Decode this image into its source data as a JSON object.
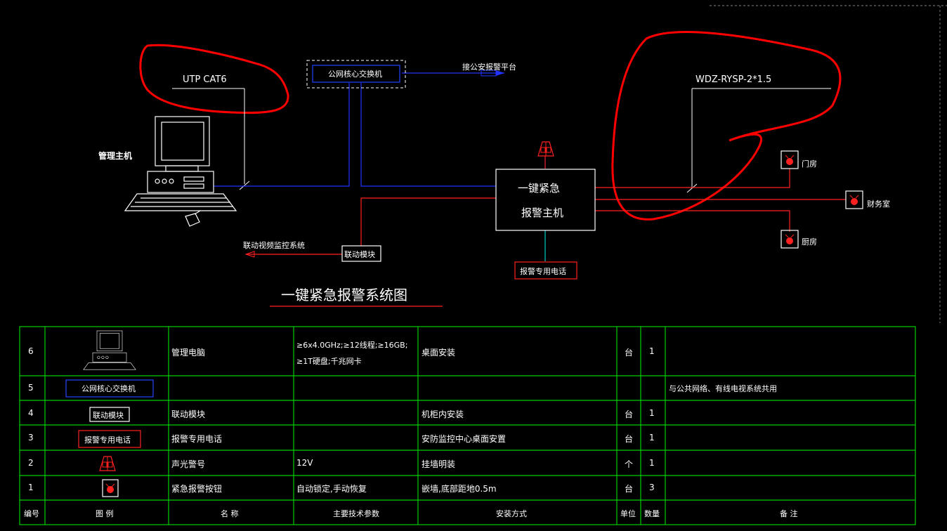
{
  "diagram": {
    "title": "一键紧急报警系统图",
    "labels": {
      "cable_cat6": "UTP CAT6",
      "cable_rysp": "WDZ-RYSP-2*1.5",
      "host_pc": "管理主机",
      "core_switch": "公网核心交换机",
      "police_platform": "接公安报警平台",
      "alarm_host_line1": "一键紧急",
      "alarm_host_line2": "报警主机",
      "link_module": "联动模块",
      "video_system": "联动视频监控系统",
      "alarm_phone": "报警专用电话",
      "door_room": "门房",
      "finance_room": "财务室",
      "kitchen": "厨房"
    },
    "colors": {
      "background": "#000000",
      "cable_red": "#ff2020",
      "cable_blue": "#2233ff",
      "cable_cyan": "#00cccc",
      "markup_red": "#ff0000",
      "table_green": "#00cc00"
    }
  },
  "legend_table": {
    "headers": [
      "编号",
      "图 例",
      "名 称",
      "主要技术参数",
      "安装方式",
      "单位",
      "数量",
      "备 注"
    ],
    "rows": [
      {
        "no": "6",
        "symbol": "computer-icon",
        "name": "管理电脑",
        "spec_line1": "≥6x4.0GHz;≥12线程;≥16GB;",
        "spec_line2": "≥1T硬盘;千兆网卡",
        "install": "桌面安装",
        "unit": "台",
        "qty": "1",
        "remark": ""
      },
      {
        "no": "5",
        "symbol_label": "公网核心交换机",
        "name": "",
        "spec_line1": "",
        "spec_line2": "",
        "install": "",
        "unit": "",
        "qty": "",
        "remark": "与公共网络、有线电视系统共用"
      },
      {
        "no": "4",
        "symbol_label": "联动模块",
        "name": "联动模块",
        "spec_line1": "",
        "spec_line2": "",
        "install": "机柜内安装",
        "unit": "台",
        "qty": "1",
        "remark": ""
      },
      {
        "no": "3",
        "symbol_label": "报警专用电话",
        "name": "报警专用电话",
        "spec_line1": "",
        "spec_line2": "",
        "install": "安防监控中心桌面安置",
        "unit": "台",
        "qty": "1",
        "remark": ""
      },
      {
        "no": "2",
        "symbol": "strobe-siren-icon",
        "name": "声光警号",
        "spec_line1": "12V",
        "spec_line2": "",
        "install": "挂墙明装",
        "unit": "个",
        "qty": "1",
        "remark": ""
      },
      {
        "no": "1",
        "symbol": "emergency-button-icon",
        "name": "紧急报警按钮",
        "spec_line1": "自动锁定,手动恢复",
        "spec_line2": "",
        "install": "嵌墙,底部距地0.5m",
        "unit": "台",
        "qty": "3",
        "remark": ""
      }
    ]
  }
}
